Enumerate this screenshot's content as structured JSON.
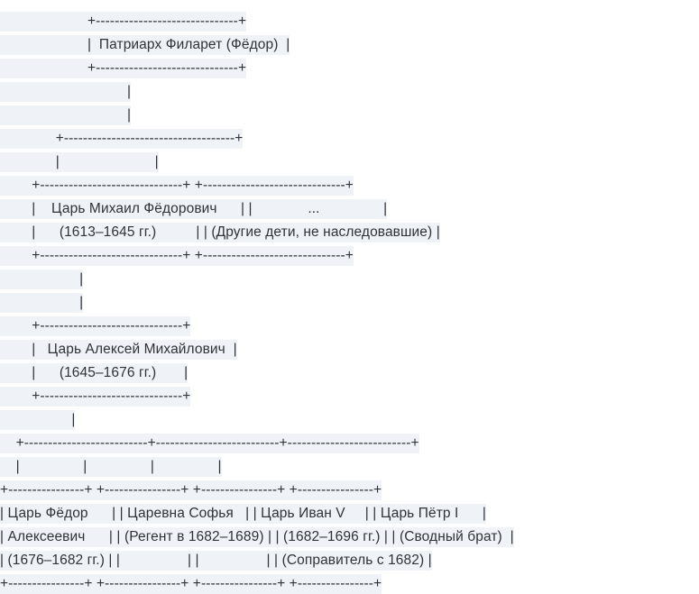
{
  "document": {
    "kind": "ascii-family-tree",
    "language": "ru",
    "colors": {
      "page_background": "#ffffff",
      "line_highlight": "#eff2f7",
      "text": "#2f3337"
    },
    "nodes": [
      {
        "id": "filaret",
        "title": "Патриарх Филарет (Фёдор)",
        "generation": 1
      },
      {
        "id": "mikhail",
        "title": "Царь Михаил Фёдорович",
        "subtitle": "(1613–1645 гг.)",
        "generation": 2
      },
      {
        "id": "other-children",
        "title": "...",
        "subtitle": "(Другие дети, не наследовавшие)",
        "generation": 2
      },
      {
        "id": "alexey",
        "title": "Царь Алексей Михайлович",
        "subtitle": "(1645–1676 гг.)",
        "generation": 3
      },
      {
        "id": "fedor",
        "title": "Царь Фёдор",
        "subtitle": "Алексеевич",
        "subtitle2": "(1676–1682 гг.)",
        "generation": 4
      },
      {
        "id": "sofya",
        "title": "Царевна Софья",
        "subtitle": "(Регент в 1682–1689)",
        "generation": 4
      },
      {
        "id": "ivan-v",
        "title": "Царь Иван V",
        "subtitle": "(1682–1696 гг.)",
        "generation": 4
      },
      {
        "id": "petr-i",
        "title": "Царь Пётр I",
        "subtitle": "(Сводный брат)",
        "subtitle2": "(Соправитель с 1682)",
        "generation": 4
      }
    ],
    "lines": [
      "                      +------------------------------+",
      "                      |  Патриарх Филарет (Фёдор)  |",
      "                      +------------------------------+",
      "                                |",
      "                                |",
      "              +------------------------------------+",
      "              |                        |",
      "        +------------------------------+ +------------------------------+",
      "        |    Царь Михаил Фёдорович      | |              ...                |",
      "        |      (1613–1645 гг.)          | | (Другие дети, не наследовавшие) |",
      "        +------------------------------+ +------------------------------+",
      "                    |",
      "                    |",
      "        +------------------------------+",
      "        |   Царь Алексей Михайлович  |",
      "        |      (1645–1676 гг.)       |",
      "        +------------------------------+",
      "                  |",
      "    +--------------------------+--------------------------+--------------------------+",
      "    |                |                |                |",
      "+----------------+ +----------------+ +----------------+ +----------------+",
      "| Царь Фёдор      | | Царевна Софья   | | Царь Иван V     | | Царь Пётр I      |",
      "| Алексеевич      | | (Регент в 1682–1689) | | (1682–1696 гг.) | | (Сводный брат)  |",
      "| (1676–1682 гг.) | |                 | |                 | | (Соправитель с 1682) |",
      "+----------------+ +----------------+ +----------------+ +----------------+"
    ]
  }
}
